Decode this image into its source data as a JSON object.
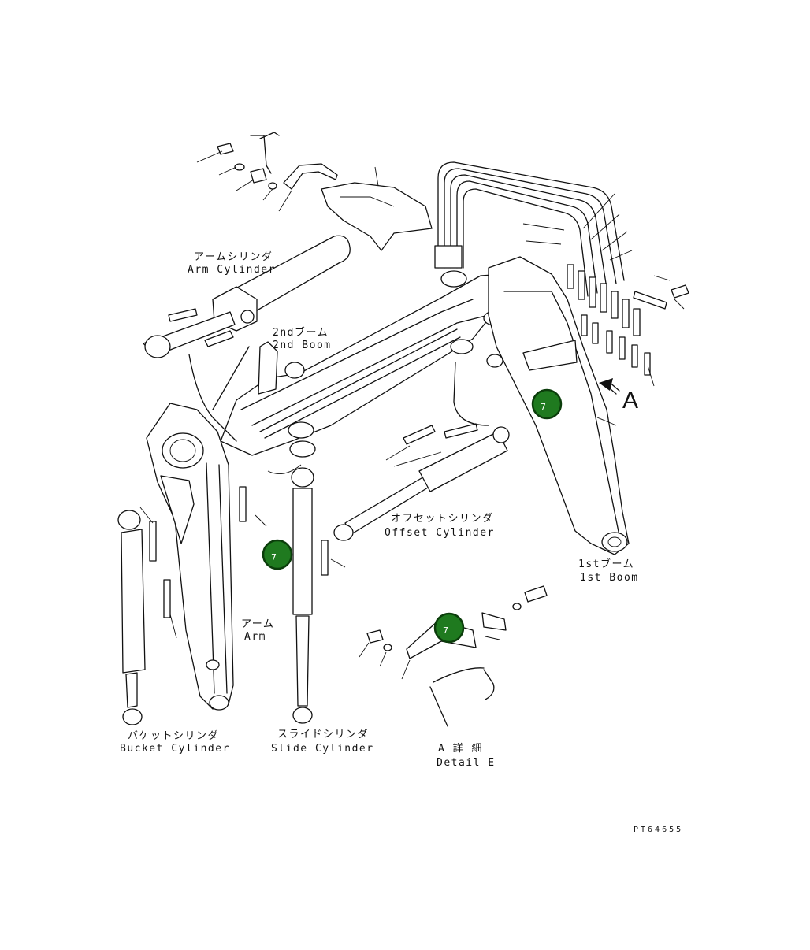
{
  "labels": {
    "arm_cylinder_jp": "アームシリンダ",
    "arm_cylinder_en": "Arm Cylinder",
    "second_boom_jp": "2ndブーム",
    "second_boom_en": "2nd Boom",
    "offset_cylinder_jp": "オフセットシリンダ",
    "offset_cylinder_en": "Offset Cylinder",
    "first_boom_jp": "1stブーム",
    "first_boom_en": "1st Boom",
    "arm_jp": "アーム",
    "arm_en": "Arm",
    "bucket_cylinder_jp": "バケットシリンダ",
    "bucket_cylinder_en": "Bucket Cylinder",
    "slide_cylinder_jp": "スライドシリンダ",
    "slide_cylinder_en": "Slide Cylinder",
    "detail_jp": "A 詳 細",
    "detail_en": "Detail E",
    "view_letter": "A",
    "drawing_code": "PT64655"
  },
  "markers": [
    {
      "id": "marker-1",
      "text": "7"
    },
    {
      "id": "marker-2",
      "text": "7"
    },
    {
      "id": "marker-3",
      "text": "7"
    }
  ],
  "colors": {
    "marker_fill": "#1f7a1f",
    "line": "#111111",
    "background": "#ffffff"
  }
}
